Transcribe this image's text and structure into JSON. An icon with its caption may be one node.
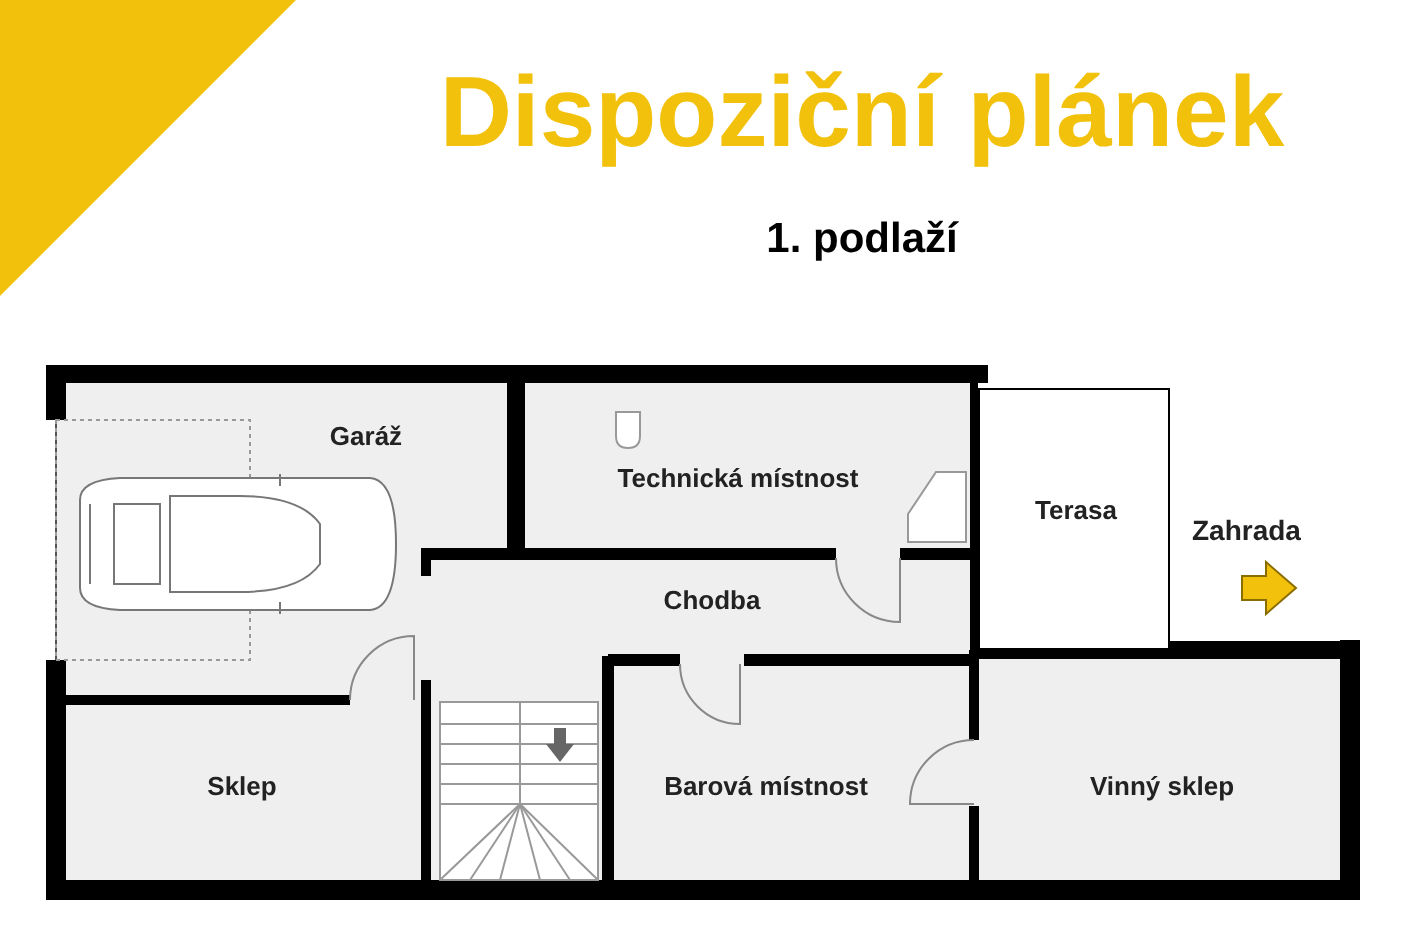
{
  "diagram": {
    "title": "Dispoziční plánek",
    "nodes": [
      {
        "text": [
          "Garáž"
        ]
      },
      {
        "text": [
          "Technická místnost"
        ]
      },
      {
        "text": [
          "Terasa"
        ]
      },
      {
        "text": [
          "Chodba"
        ]
      },
      {
        "text": [
          "Sklep"
        ]
      },
      {
        "text": [
          "Barová místnost"
        ]
      },
      {
        "text": [
          "Vinný sklep"
        ]
      }
    ],
    "labels": [
      "1. podlaží",
      "Zahrada"
    ]
  }
}
